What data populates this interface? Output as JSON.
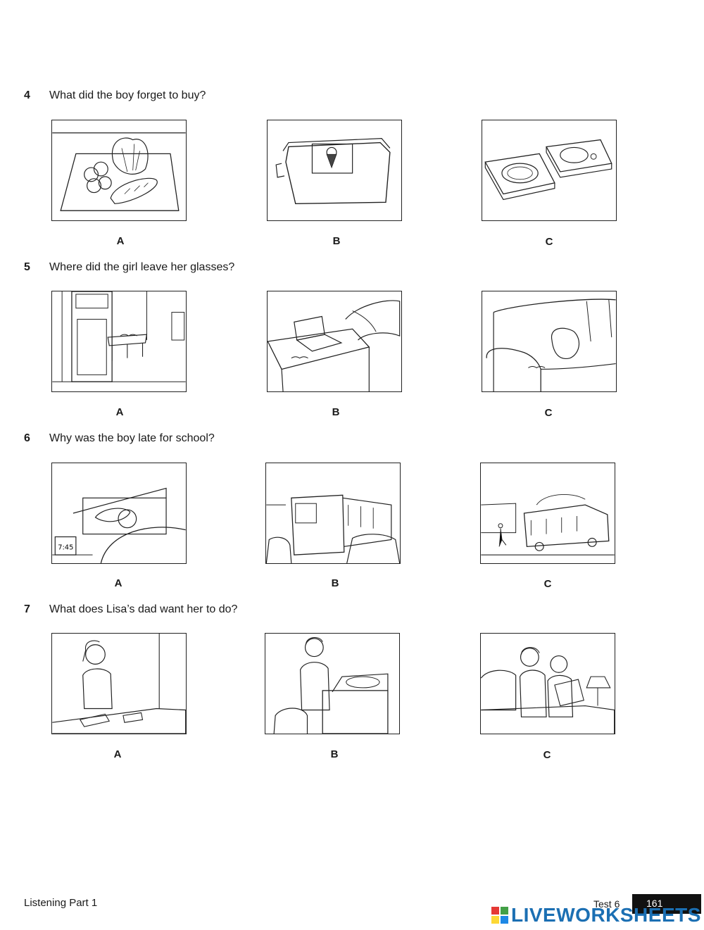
{
  "questions": [
    {
      "number": "4",
      "text": "What did the boy forget to buy?",
      "options": [
        "A",
        "B",
        "C"
      ]
    },
    {
      "number": "5",
      "text": "Where did the girl leave her glasses?",
      "options": [
        "A",
        "B",
        "C"
      ]
    },
    {
      "number": "6",
      "text": "Why was the boy late for school?",
      "options": [
        "A",
        "B",
        "C"
      ]
    },
    {
      "number": "7",
      "text": "What does Lisa’s dad want her to do?",
      "options": [
        "A",
        "B",
        "C"
      ]
    }
  ],
  "pictures": {
    "q6a_clock": "7:45"
  },
  "footer": {
    "section": "Listening Part 1",
    "test": "Test 6",
    "page": "161"
  },
  "watermark": {
    "text": "LIVEWORKSHEETS",
    "colors": [
      "#e53935",
      "#43a047",
      "#fdd835",
      "#1e88e5"
    ]
  }
}
